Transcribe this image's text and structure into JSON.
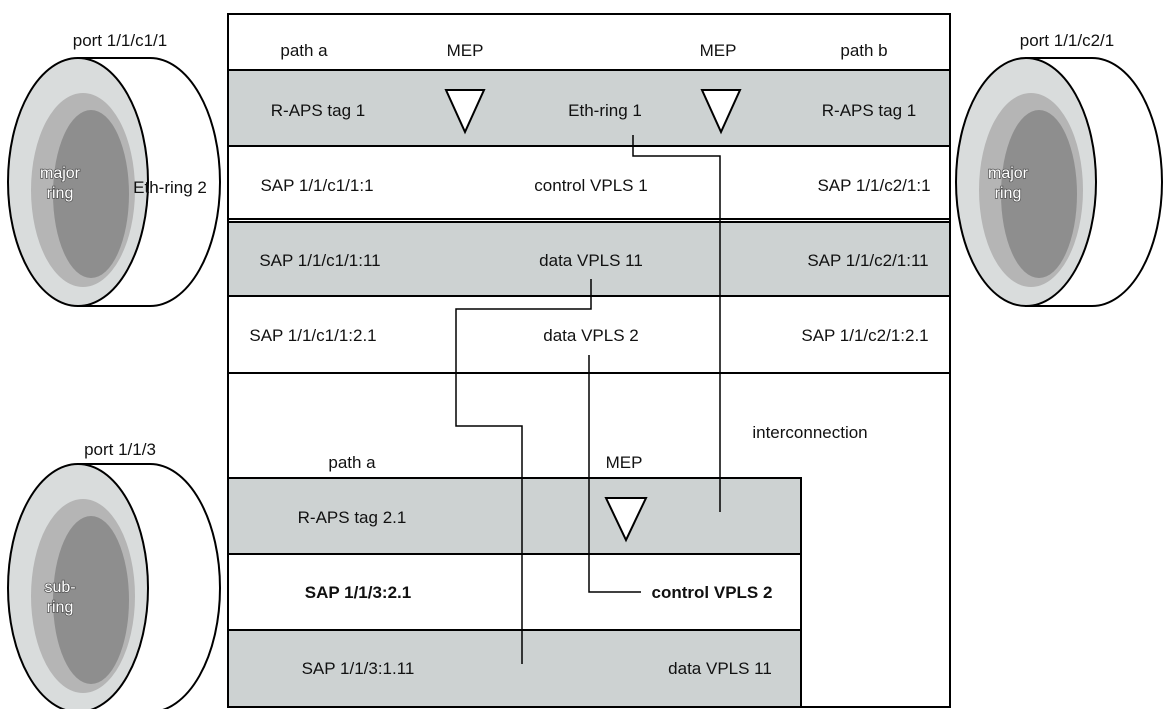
{
  "ports": {
    "left_top": {
      "label": "port 1/1/c1/1",
      "ring_text": [
        "major",
        "ring"
      ],
      "side_label": "Eth-ring 2"
    },
    "right_top": {
      "label": "port 1/1/c2/1",
      "ring_text": [
        "major",
        "ring"
      ]
    },
    "left_bottom": {
      "label": "port 1/1/3",
      "ring_text": [
        "sub-",
        "ring"
      ]
    }
  },
  "upper_header": {
    "path_a": "path a",
    "mep_left": "MEP",
    "mep_right": "MEP",
    "path_b": "path b"
  },
  "upper_rows": [
    {
      "left": "R-APS tag 1",
      "center": "Eth-ring 1",
      "right": "R-APS tag 1",
      "shaded": true
    },
    {
      "left": "SAP 1/1/c1/1:1",
      "center": "control VPLS 1",
      "right": "SAP 1/1/c2/1:1",
      "shaded": false
    },
    {
      "left": "SAP 1/1/c1/1:11",
      "center": "data VPLS 11",
      "right": "SAP 1/1/c2/1:11",
      "shaded": true
    },
    {
      "left": "SAP 1/1/c1/1:2.1",
      "center": "data VPLS 2",
      "right": "SAP 1/1/c2/1:2.1",
      "shaded": false
    }
  ],
  "interconnection_label": "interconnection",
  "lower_header": {
    "path_a": "path a",
    "mep": "MEP"
  },
  "lower_rows": [
    {
      "left": "R-APS tag 2.1",
      "right": "",
      "shaded": true
    },
    {
      "left": "SAP 1/1/3:2.1",
      "right": "control VPLS 2",
      "shaded": false
    },
    {
      "left": "SAP 1/1/3:1.11",
      "right": "data VPLS 11",
      "shaded": true
    }
  ],
  "colors": {
    "row_shade": "#cdd2d2",
    "ring_outer": "#d9dcdc",
    "ring_mid": "#b5b5b5",
    "ring_inner": "#8e8e8e",
    "line": "#000000"
  }
}
